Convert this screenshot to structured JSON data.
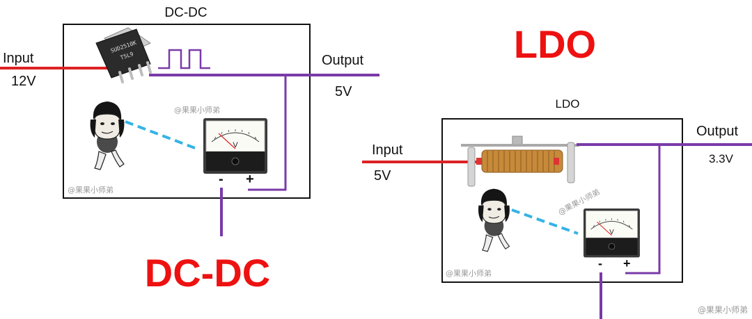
{
  "dcdc": {
    "box_title": "DC-DC",
    "input_label": "Input",
    "input_value": "12V",
    "output_label": "Output",
    "output_value": "5V",
    "chip_marking_1": "SUD2510K",
    "chip_marking_2": "T5L9",
    "minus": "-",
    "plus": "+",
    "watermark_1": "@果果小师弟",
    "watermark_2": "@果果小师弟",
    "big_title": "DC-DC"
  },
  "ldo": {
    "big_title": "LDO",
    "box_title": "LDO",
    "input_label": "Input",
    "input_value": "5V",
    "output_label": "Output",
    "output_value": "3.3V",
    "minus": "-",
    "plus": "+",
    "watermark_1": "@果果小师弟",
    "watermark_2": "@果果小师弟"
  },
  "meter": {
    "unit": "V"
  },
  "corner_watermark": "@果果小师弟",
  "colors": {
    "input_wire": "#dd2222",
    "output_wire": "#7a3aa8",
    "sight_line": "#35b3e6",
    "title": "#ee1111"
  }
}
